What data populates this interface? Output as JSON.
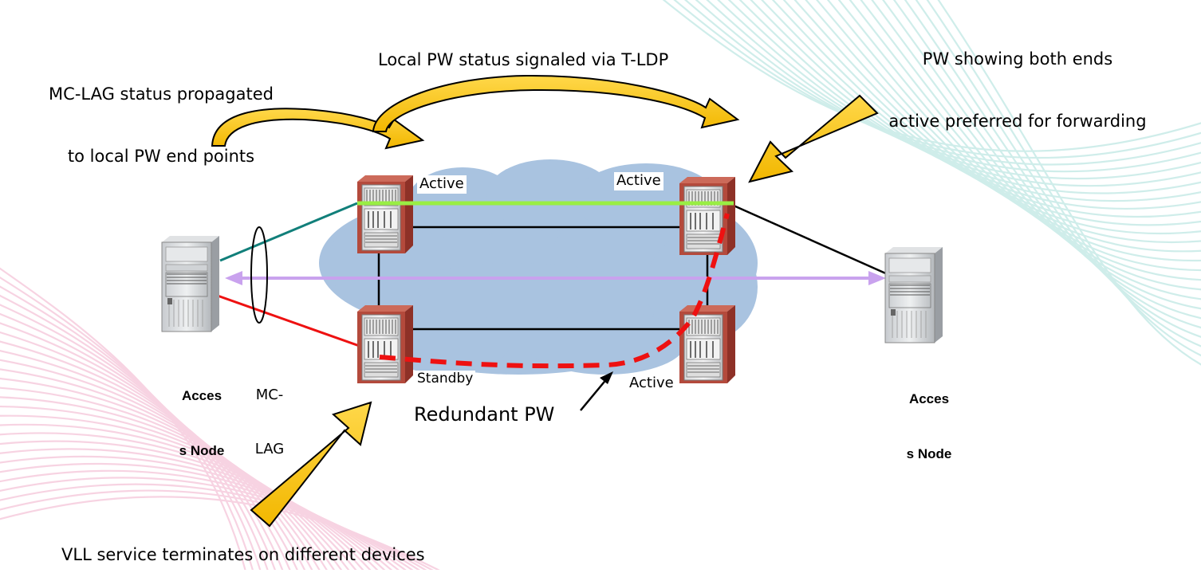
{
  "annotations": {
    "mclag_status": [
      "MC-LAG status propagated",
      "to local PW end points"
    ],
    "tldp": "Local PW status signaled via T-LDP",
    "pw_both_ends": [
      "PW showing both ends",
      "active preferred for forwarding"
    ],
    "redundant_pw": "Redundant PW",
    "vll": "VLL service terminates on different devices"
  },
  "nodes": {
    "left_access": [
      "Acces",
      "s Node"
    ],
    "right_access": [
      "Acces",
      "s Node"
    ],
    "mclag": [
      "MC-",
      "LAG"
    ]
  },
  "states": {
    "top_left": "Active",
    "top_right": "Active",
    "bottom_left": "Standby",
    "bottom_right": "Active"
  },
  "colors": {
    "cloud": "#a9c3e0",
    "active_pw": "#99ee44",
    "redundant_pw": "#ee1111",
    "service_line": "#c9a2ee",
    "access_link": "#117f7a",
    "mclag_red": "#ee1111",
    "arrow_fill": "#f7c409",
    "router_body": "#b44a3c",
    "access_body": "#c0c4c8",
    "bg_swirl_pink": "#f3b6cf",
    "bg_swirl_teal": "#bfe7e4"
  },
  "icons": [
    "curved-arrow-icon",
    "block-arrow-icon",
    "router-icon",
    "access-node-icon"
  ]
}
